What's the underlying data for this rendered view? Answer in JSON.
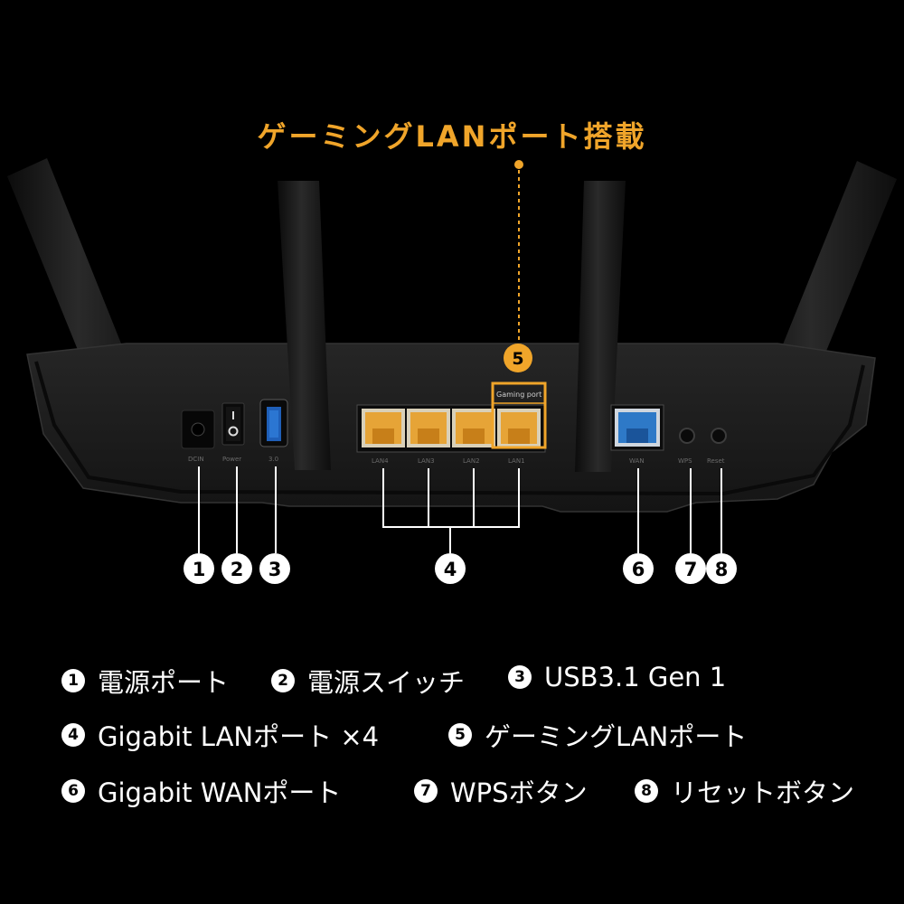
{
  "headline": "ゲーミングLANポート搭載",
  "colors": {
    "accent": "#f0a52a",
    "port_orange": "#e6a437",
    "port_blue": "#2e79c7",
    "background": "#000000"
  },
  "port_labels": {
    "dcin": "DCIN",
    "power": "Power",
    "usb": "3.0",
    "lan4": "LAN4",
    "lan3": "LAN3",
    "lan2": "LAN2",
    "lan1": "LAN1",
    "wan": "WAN",
    "wps": "WPS",
    "reset": "Reset"
  },
  "gaming_tag": "Gaming port",
  "callouts": [
    "1",
    "2",
    "3",
    "4",
    "5",
    "6",
    "7",
    "8"
  ],
  "legend": [
    {
      "num": "1",
      "text": "電源ポート"
    },
    {
      "num": "2",
      "text": "電源スイッチ"
    },
    {
      "num": "3",
      "text": "USB3.1 Gen 1"
    },
    {
      "num": "4",
      "text": "Gigabit LANポート ×4"
    },
    {
      "num": "5",
      "text": "ゲーミングLANポート"
    },
    {
      "num": "6",
      "text": "Gigabit WANポート"
    },
    {
      "num": "7",
      "text": "WPSボタン"
    },
    {
      "num": "8",
      "text": "リセットボタン"
    }
  ]
}
